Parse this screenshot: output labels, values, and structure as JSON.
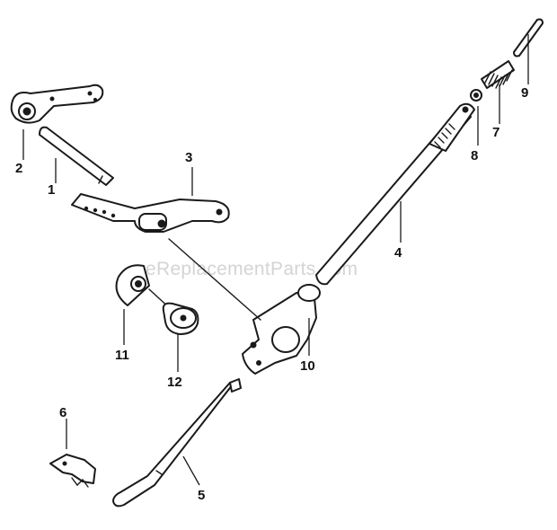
{
  "watermark": "eReplacementParts.com",
  "callouts": {
    "p1": "1",
    "p2": "2",
    "p3": "3",
    "p4": "4",
    "p5": "5",
    "p6": "6",
    "p7": "7",
    "p8": "8",
    "p9": "9",
    "p10": "10",
    "p11": "11",
    "p12": "12"
  }
}
